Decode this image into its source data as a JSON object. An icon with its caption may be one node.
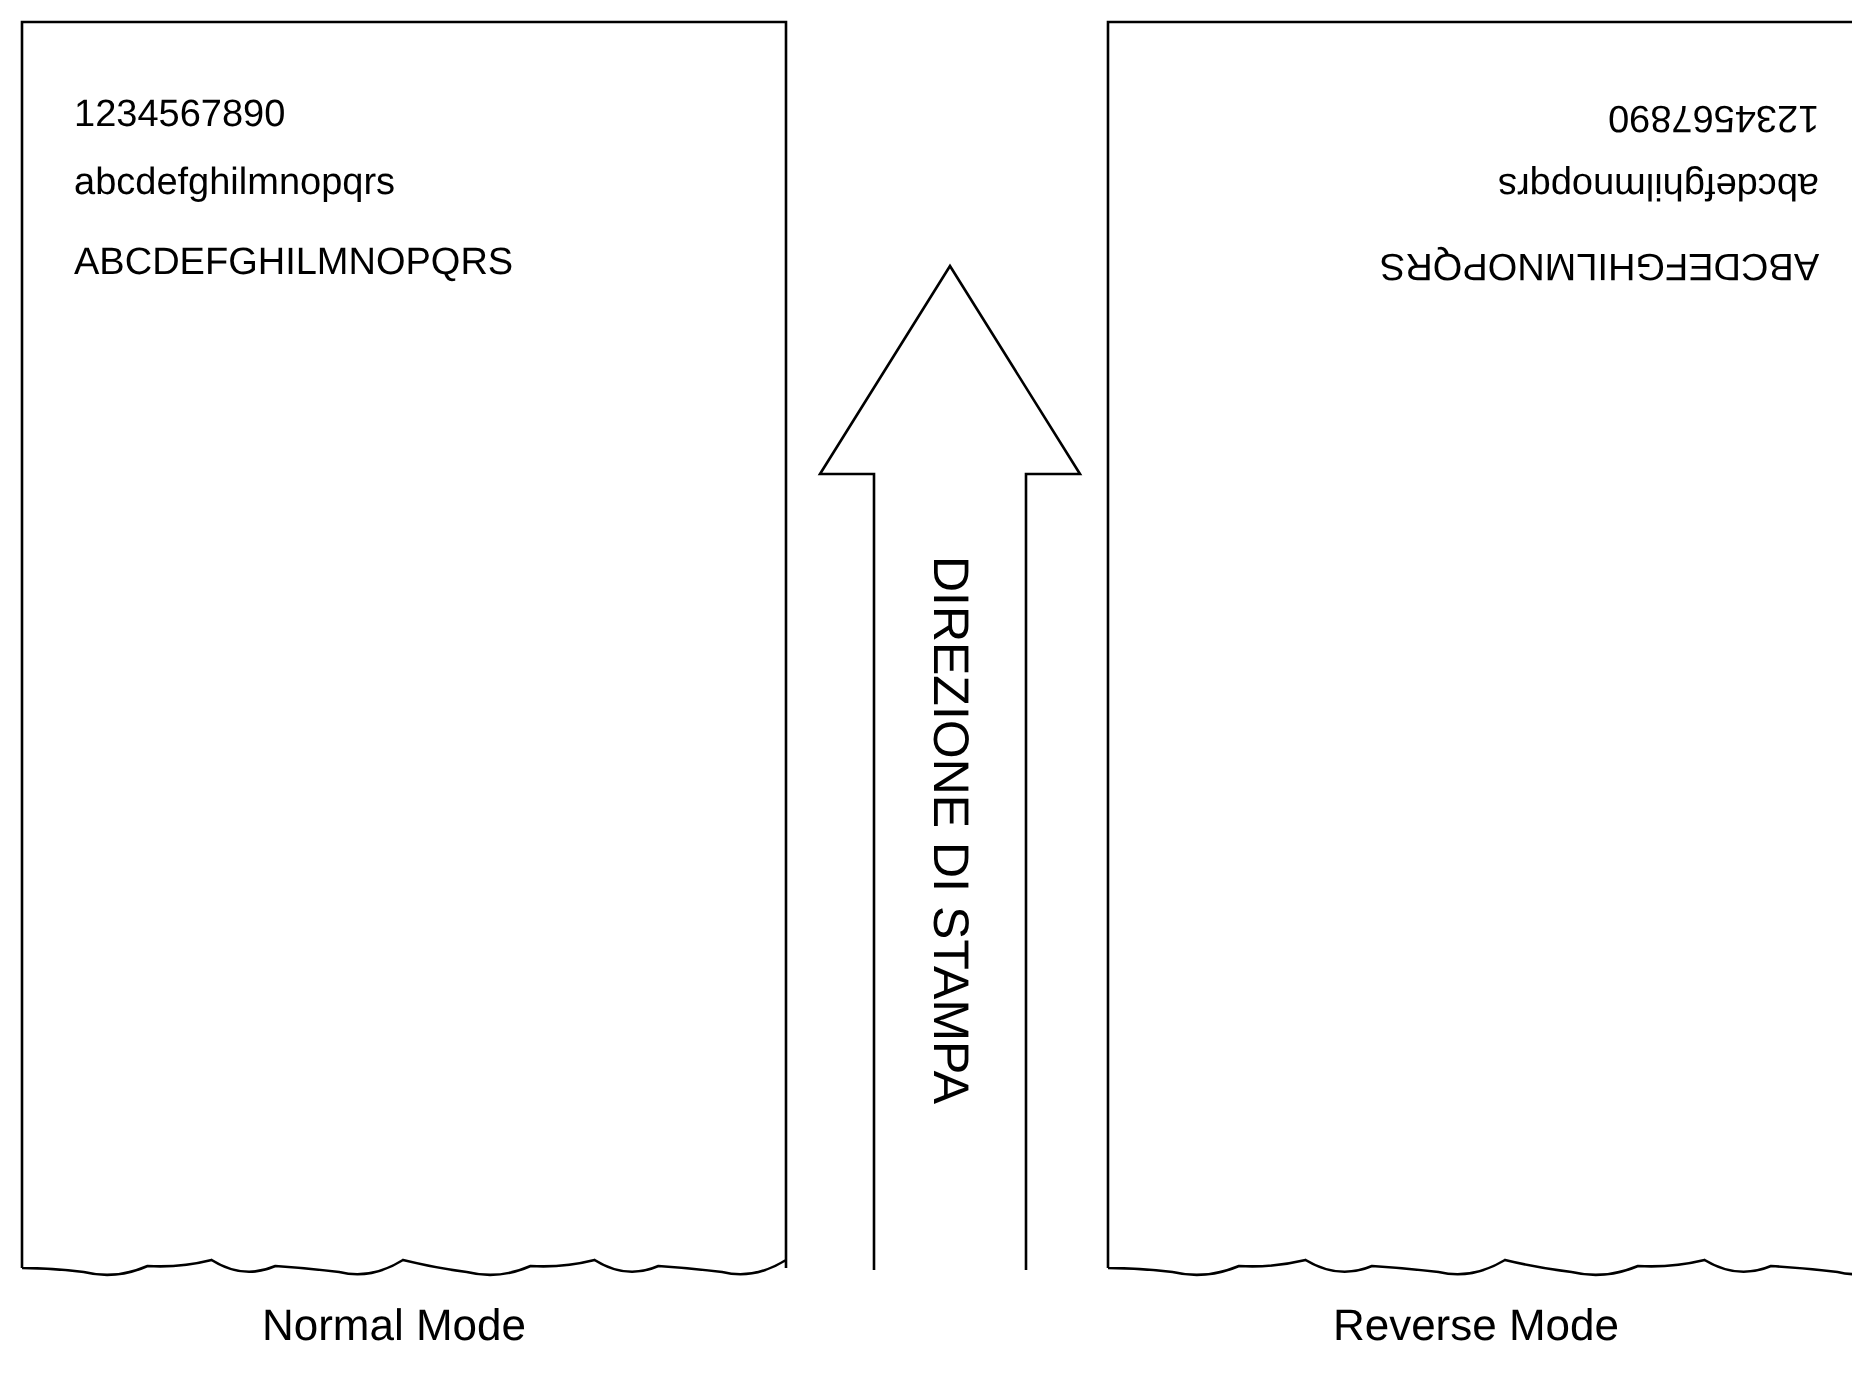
{
  "diagram": {
    "nodes": [
      {
        "text": [
          "1234567890",
          "abcdefghilmnopqrs",
          "ABCDEFGHILMNOPQRS"
        ],
        "beside": [
          "Normal Mode"
        ]
      },
      {
        "text": [
          "1234567890",
          "abcdefghilmnopqrs",
          "ABCDEFGHILMNOPQRS"
        ],
        "beside": [
          "Reverse Mode"
        ]
      }
    ],
    "labels": [
      "DIREZIONE DI STAMPA"
    ]
  }
}
